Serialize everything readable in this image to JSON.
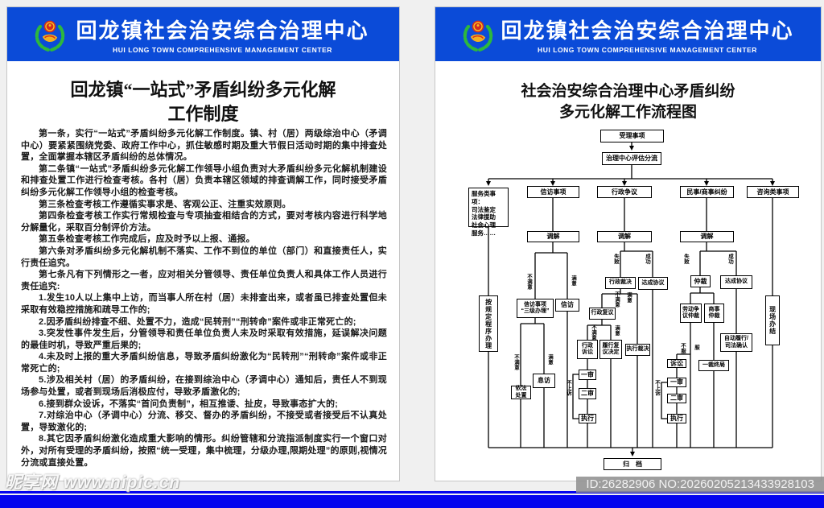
{
  "colors": {
    "header_blue": "#0b4bd8",
    "bottom_bar_blue": "#0404ee",
    "paper": "#ffffff"
  },
  "header": {
    "title_cn": "回龙镇社会治安综合治理中心",
    "title_en": "HUI LONG TOWN COMPREHENSIVE MANAGEMENT CENTER",
    "logo": "green-wreath-national-emblem"
  },
  "left_poster": {
    "title_line1": "回龙镇“一站式”矛盾纠纷多元化解",
    "title_line2": "工作制度",
    "paragraphs": [
      "第一条，实行“一站式”矛盾纠纷多元化解工作制度。镇、村（居）两级综治中心（矛调中心）要紧紧围绕党委、政府工作中心，抓住敏感时期及重大节假日活动时期的集中排查处置，全面掌握本辖区矛盾纠纷的总体情况。",
      "第二条镇“一站式”矛盾纠纷多元化解工作领导小组负责对大矛盾纠纷多元化解机制建设和排查处置工作进行检查考核。各村（居）负责本辖区领域的排查调解工作，同时接受矛盾纠纷多元化解工作领导小组的检查考核。",
      "第三条检查考核工作遵循实事求是、客观公正、注重实效原则。",
      "第四条检查考核工作实行常规检查与专项抽查相结合的方式，要对考核内容进行科学地分解量化，采取百分制评价方法。",
      "第五条检查考核工作完成后，应及时予以上报、通报。",
      "第六条对矛盾纠纷多元化解机制不落实、工作不到位的单位（部门）和直接责任人，实行责任追究。",
      "第七条凡有下列情形之一者，应对相关分管领导、责任单位负责人和具体工作人员进行责任追究:",
      "1.发生10人以上集中上访，而当事人所在村（居）未排查出来，或者虽已排查处置但未采取有效稳控措施和疏导工作的;",
      "2.因矛盾纠纷排查不细、处置不力，造成“民转刑”“刑转命”案件或非正常死亡的;",
      "3.突发性事件发生后，分管领导和责任单位负责人未及时采取有效措施，延误解决问题的最佳时机，导致严重后果的;",
      "4.未及时上报的重大矛盾纠纷信息，导致矛盾纠纷激化为“民转刑”“刑转命”案件或非正常死亡的;",
      "5.涉及相关村（居）的矛盾纠纷，在接到综治中心（矛调中心）通知后，责任人不到现场参与处置，或者到现场后消极应付，导致矛盾激化的;",
      "6.接到群众设诉，不落实“首问负责制”，相互推诿、扯皮，导致事态扩大的;",
      "7.对综治中心（矛调中心）分流、移交、督办的矛盾纠纷，不接受或者接受后不认真处置，导致激化的;",
      "8.其它因矛盾纠纷激化造成重大影响的情形。纠纷管辖和分流指派制度实行一个窗口对外，对所有受理的矛盾纠纷，按照“统一受理，集中梳理，分级办理,限期处理”的原则,视情况分流或直接处置。"
    ]
  },
  "right_poster": {
    "title_line1": "社会治安综合治理中心矛盾纠纷",
    "title_line2": "多元化解工作流程图",
    "flowchart": {
      "nodes": {
        "accept": "受理事项",
        "assess": "治理中心评估分流",
        "service": "服务类事项：\n司法鉴定\n法律援助\n社会心理\n服务……",
        "petition": "信访事项",
        "admin": "行政争议",
        "civil": "民事/商事纠纷",
        "consult": "咨询类事项",
        "mediate": "调解",
        "procedure": "按规定程序办理",
        "petition_3level": "信访事项\n“三级办理”",
        "petition_letter": "信访",
        "lawful_handle": "依法\n处置",
        "stop_petition": "息访",
        "admin_ruling": "行政裁决",
        "agreement": "达成协议",
        "admin_review": "行政复议",
        "admin_lawsuit": "行政\n诉讼",
        "fulfill_review": "履行复\n议决定",
        "execute_ruling": "执行裁决",
        "trial1": "一审",
        "trial2": "二审",
        "execute": "执行",
        "arbitration": "仲裁",
        "labor_arb": "劳动争\n议仲裁",
        "commercial_arb": "商事\n仲裁",
        "lawsuit": "诉讼",
        "final_award": "一裁终局",
        "auto_fulfill": "自动履行/\n司法确认",
        "onsite": "现场办结",
        "archive": "归　档"
      },
      "labels": {
        "unsatisfied": "不满意",
        "satisfied": "满意",
        "fail": "失败",
        "success": "成功",
        "refuse": "不服",
        "obey": "服",
        "no_appeal": "不上诉"
      }
    }
  },
  "footer": {
    "watermark": "昵享网 www.nipic.cn",
    "id_badge": "ID:26282906 NO:20260205213433928103"
  }
}
